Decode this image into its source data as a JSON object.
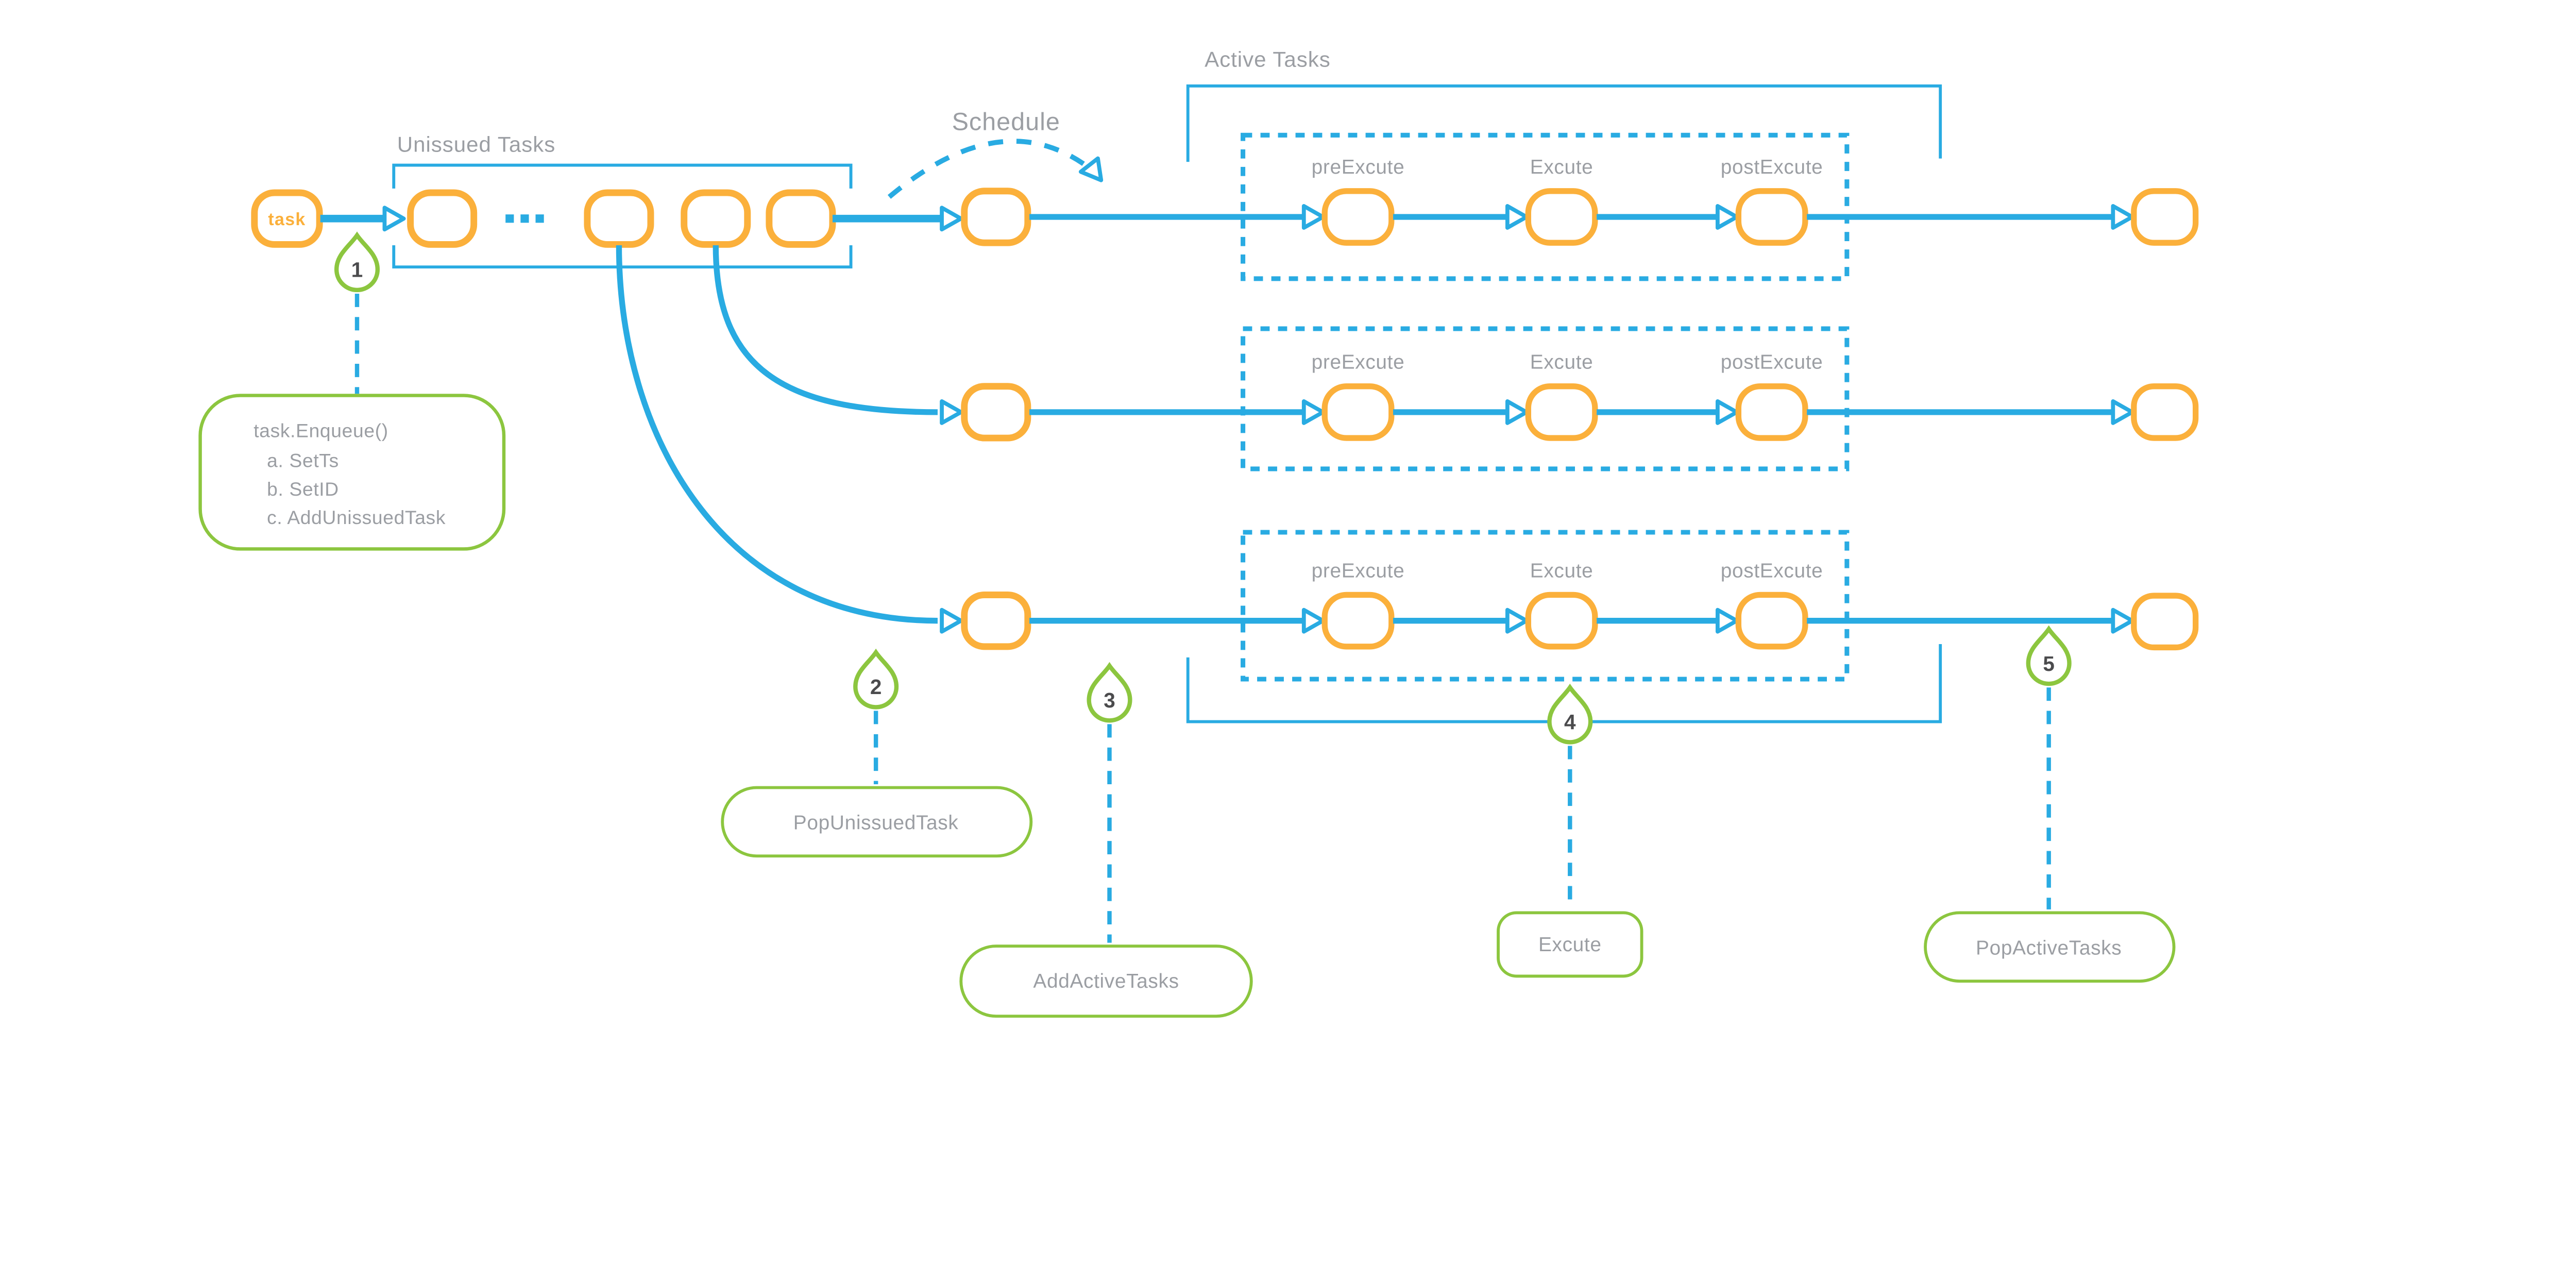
{
  "colors": {
    "blue": "#29ABE2",
    "orange": "#FBB03B",
    "green": "#8CC63F",
    "label_gray": "#9B9EA3",
    "number_gray": "#4B4B4D"
  },
  "labels": {
    "task_node": "task",
    "unissued_tasks": "Unissued Tasks",
    "schedule": "Schedule",
    "active_tasks": "Active Tasks"
  },
  "stages": {
    "pre": "preExcute",
    "exec": "Excute",
    "post": "postExcute"
  },
  "markers": {
    "m1": "1",
    "m2": "2",
    "m3": "3",
    "m4": "4",
    "m5": "5"
  },
  "callout": {
    "title": "task.Enqueue()",
    "item_a": "a. SetTs",
    "item_b": "b. SetID",
    "item_c": "c. AddUnissuedTask"
  },
  "pills": {
    "pop_unissued": "PopUnissuedTask",
    "add_active": "AddActiveTasks",
    "excute": "Excute",
    "pop_active": "PopActiveTasks"
  }
}
